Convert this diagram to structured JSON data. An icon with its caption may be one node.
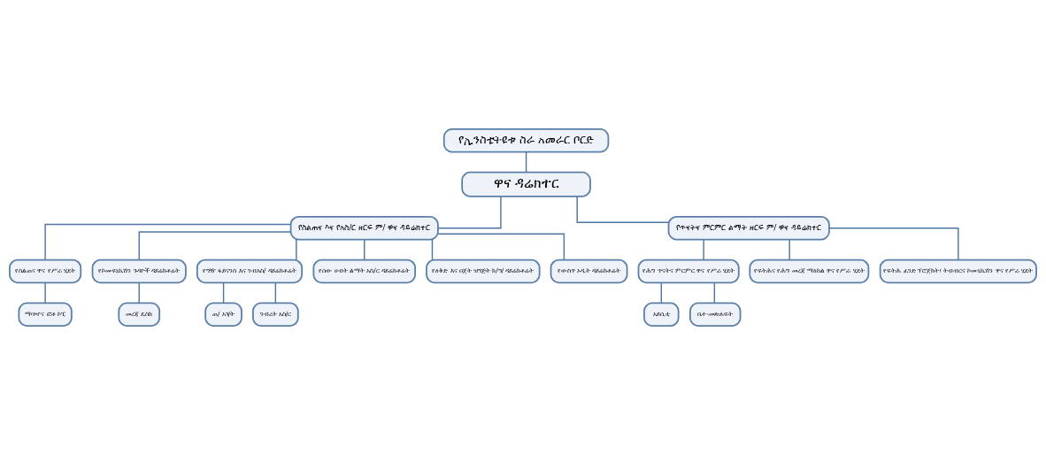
{
  "diagram": {
    "nodes": [
      {
        "text": [
          "የኢንስቲትዩቱ ስራ አመራር ቦርድ"
        ]
      },
      {
        "text": [
          "ዋና ዳሬክተር"
        ]
      },
      {
        "text": [
          "የስልጠና እና የአስ/ር ዘርፍ ም/ ዋና ዳይሬክተር"
        ]
      },
      {
        "text": [
          "የጥናትና ምርምር ልማት ዘርፍ ም/ ዋና ዳይሬክተር"
        ]
      },
      {
        "text": [
          "የስልጠና ዋና የሥራ ሂደት"
        ]
      },
      {
        "text": [
          "የኮሙዩኒኬሽን ጉዳዮች ዳይሬክቶሬት"
        ]
      },
      {
        "text": [
          "የግዥ ፋይናንስ እና ንብአስ/ ዳይሬክቶሬት"
        ]
      },
      {
        "text": [
          "የሰው ሀብት ልማት አስ/ር ዳይሬክቶሬት"
        ]
      },
      {
        "text": [
          "የዕቅድ እና በጀት ዝግጅት ክ/ግ/ ዳይሬክቶሬት"
        ]
      },
      {
        "text": [
          "የውስጥ ኦዲት ዳይሬክቶሬት"
        ]
      },
      {
        "text": [
          "የሕግ ጥናትና ምርምር ዋና የሥራ ሂደት"
        ]
      },
      {
        "text": [
          "የፍትሕና የሕግ መረጃ ማዕከል ዋና የሥራ ሂደት"
        ]
      },
      {
        "text": [
          "የፍትሕ ፈንድ ፕሮጀክት፣ ትብብርና ኮሙኒኬሽን ዋና የሥራ ሂደት"
        ]
      },
      {
        "text": [
          "ማባዣና ፎቶ ኮፒ"
        ]
      },
      {
        "text": [
          "መረጃ ዴስክ"
        ]
      },
      {
        "text": [
          "ጠ/ አገ/ት"
        ]
      },
      {
        "text": [
          "ንብረት አስ/ር"
        ]
      },
      {
        "text": [
          "አይሲቲ"
        ]
      },
      {
        "text": [
          "ቤተ-መጽሐፍት"
        ]
      }
    ],
    "edges": [
      {
        "from": 0,
        "to": 1,
        "arrow": "none"
      },
      {
        "from": 1,
        "to": 2,
        "arrow": "none"
      },
      {
        "from": 1,
        "to": 3,
        "arrow": "none"
      },
      {
        "from": 2,
        "to": 4,
        "arrow": "none"
      },
      {
        "from": 2,
        "to": 5,
        "arrow": "none"
      },
      {
        "from": 2,
        "to": 6,
        "arrow": "none"
      },
      {
        "from": 2,
        "to": 7,
        "arrow": "none"
      },
      {
        "from": 2,
        "to": 8,
        "arrow": "none"
      },
      {
        "from": 2,
        "to": 9,
        "arrow": "none"
      },
      {
        "from": 3,
        "to": 10,
        "arrow": "none"
      },
      {
        "from": 3,
        "to": 11,
        "arrow": "none"
      },
      {
        "from": 3,
        "to": 12,
        "arrow": "none"
      },
      {
        "from": 4,
        "to": 13,
        "arrow": "none"
      },
      {
        "from": 5,
        "to": 14,
        "arrow": "none"
      },
      {
        "from": 6,
        "to": 15,
        "arrow": "none"
      },
      {
        "from": 6,
        "to": 16,
        "arrow": "none"
      },
      {
        "from": 10,
        "to": 17,
        "arrow": "none"
      },
      {
        "from": 10,
        "to": 18,
        "arrow": "none"
      }
    ]
  }
}
